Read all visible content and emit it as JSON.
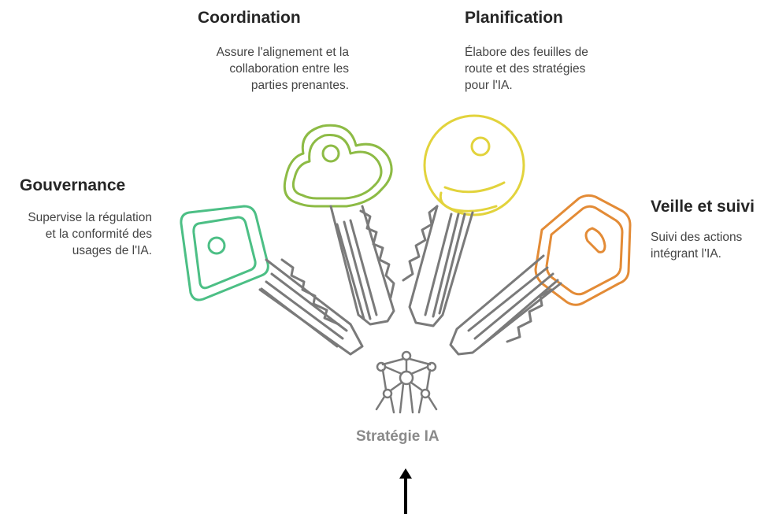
{
  "blocks": {
    "coordination": {
      "title": "Coordination",
      "desc": [
        "Assure l'alignement et la",
        "collaboration entre les",
        "parties prenantes."
      ],
      "color": "#8dbb45"
    },
    "planification": {
      "title": "Planification",
      "desc": [
        "Élabore des feuilles de",
        "route et des stratégies",
        "pour l'IA."
      ],
      "color": "#e2d33c"
    },
    "gouvernance": {
      "title": "Gouvernance",
      "desc": [
        "Supervise la régulation",
        "et la conformité des",
        "usages de l'IA."
      ],
      "color": "#4cbf85"
    },
    "veille": {
      "title": "Veille et suivi",
      "desc": [
        "Suivi des actions",
        "intégrant l'IA."
      ],
      "color": "#e38b36"
    }
  },
  "center": {
    "label": "Stratégie IA",
    "icon": "atomium-icon"
  },
  "arrow": {
    "icon": "arrow-up-icon"
  },
  "colors": {
    "key_shaft": "#7a7a7a"
  }
}
